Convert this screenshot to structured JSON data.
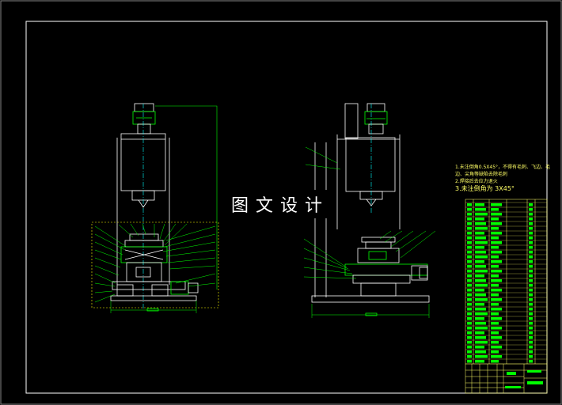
{
  "watermark": "图文设计",
  "notes": [
    "1.未注倒角0.5X45°，不得有毛刺、飞边、毛",
    "  边、尖角等缺陷去除毛刺",
    "2.焊接后去应力退火",
    "3.未注倒角为 3X45°"
  ],
  "colors": {
    "background": "#000000",
    "frame": "#ffffff",
    "part_outline": "#ffffff",
    "leader": "#00ff00",
    "centerline": "#00ffff",
    "grid": "#ffff00",
    "text": "#ffff66"
  }
}
